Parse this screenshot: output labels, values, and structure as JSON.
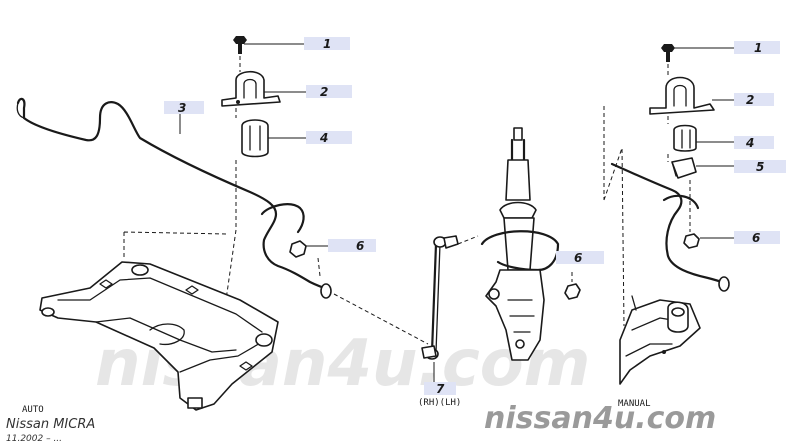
{
  "callouts": {
    "left_1": "1",
    "left_2": "2",
    "left_3": "3",
    "left_4": "4",
    "left_6": "6",
    "mid_6": "6",
    "mid_7": "7",
    "right_1": "1",
    "right_2": "2",
    "right_4": "4",
    "right_5": "5",
    "right_6": "6"
  },
  "labels": {
    "rh_lh": "(RH)(LH)",
    "auto": "AUTO",
    "manual": "MANUAL"
  },
  "footer": {
    "model": "Nissan MICRA",
    "date": "11.2002 – ..."
  },
  "watermark": {
    "site": "nissan4u.com",
    "site_faint": "nissan4u.com"
  }
}
